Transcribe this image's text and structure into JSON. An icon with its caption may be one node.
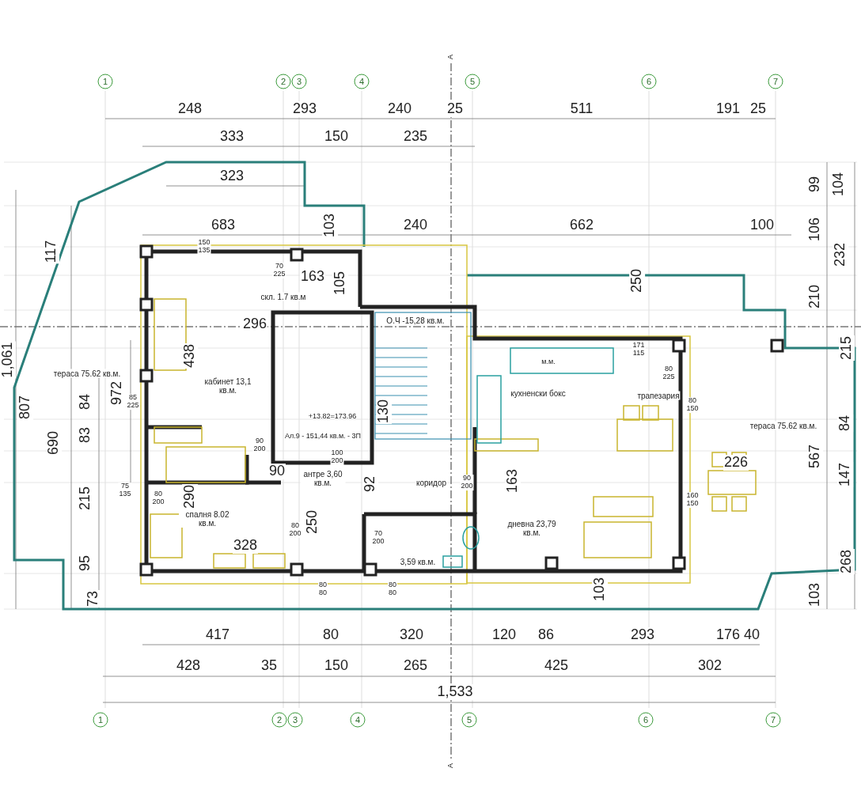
{
  "diagram": {
    "nodes": [
      {
        "text": [
          "тераса 75.62 кв.м."
        ]
      },
      {
        "text": [
          "кабинет 13,1 кв.м."
        ]
      },
      {
        "text": [
          "скл. 1.7 кв.м"
        ]
      },
      {
        "text": [
          "О.Ч -15,28 кв.м."
        ]
      },
      {
        "text": [
          "антре 3,60 кв.м."
        ]
      },
      {
        "text": [
          "коридор"
        ]
      },
      {
        "text": [
          "спалня 8.02 кв.м."
        ]
      },
      {
        "text": [
          "3,59 кв.м."
        ]
      },
      {
        "text": [
          "кухненски бокс"
        ]
      },
      {
        "text": [
          "трапезария"
        ]
      },
      {
        "text": [
          "дневна 23,79 кв.м."
        ]
      },
      {
        "text": [
          "тераса 75.62 кв.м."
        ]
      }
    ],
    "labels": [
      "A",
      "1",
      "2",
      "3",
      "4",
      "5",
      "6",
      "7",
      "248",
      "293",
      "240",
      "25",
      "511",
      "191",
      "25",
      "333",
      "150",
      "235",
      "323",
      "99",
      "104",
      "683",
      "103",
      "240",
      "662",
      "100",
      "106",
      "117",
      "150 135",
      "232",
      "70 225",
      "163",
      "105",
      "250",
      "210",
      "296",
      "1,061",
      "438",
      "м.м.",
      "171 115",
      "215",
      "80 225",
      "807",
      "84",
      "972",
      "85 225",
      "80 150",
      "+13.82=173.96",
      "130",
      "84",
      "690",
      "83",
      "90 200",
      "Ал.9 - 151,44 кв.м. - 3П",
      "90",
      "100 200",
      "226",
      "567",
      "92",
      "90 200",
      "163",
      "147",
      "215",
      "75 135",
      "80 200",
      "290",
      "160 150",
      "328",
      "80 200",
      "250",
      "70 200",
      "95",
      "268",
      "73",
      "80 80",
      "80 80",
      "103",
      "103",
      "417",
      "80",
      "320",
      "120",
      "86",
      "293",
      "176",
      "40",
      "428",
      "35",
      "150",
      "265",
      "425",
      "302",
      "1,533",
      "1",
      "2",
      "3",
      "4",
      "5",
      "6",
      "7",
      "A"
    ]
  }
}
